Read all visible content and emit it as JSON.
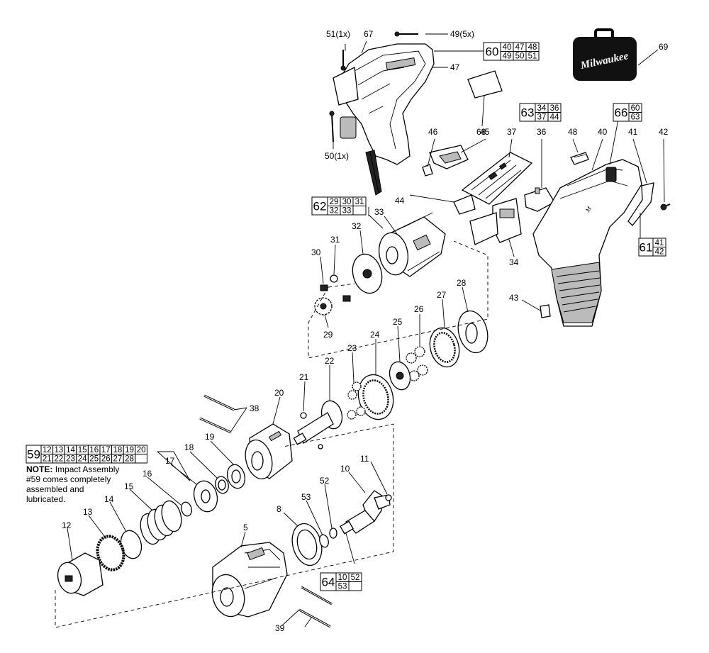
{
  "brand": {
    "logo_text": "Milwaukee"
  },
  "note": {
    "heading": "NOTE:",
    "line1": "Impact Assembly",
    "line2": "#59 comes completely",
    "line3": "assembled and",
    "line4": "lubricated."
  },
  "part_labels": [
    "5",
    "8",
    "10",
    "11",
    "12",
    "13",
    "14",
    "15",
    "16",
    "17",
    "18",
    "19",
    "20",
    "21",
    "22",
    "23",
    "24",
    "25",
    "26",
    "27",
    "28",
    "29",
    "30",
    "31",
    "32",
    "33",
    "34",
    "36",
    "37",
    "38",
    "39",
    "40",
    "41",
    "42",
    "43",
    "44",
    "45",
    "46",
    "47",
    "48",
    "50(1x)",
    "51(1x)",
    "49(5x)",
    "52",
    "53",
    "67",
    "68",
    "69"
  ],
  "kits": [
    {
      "id": "59",
      "parts": [
        "12",
        "13",
        "14",
        "15",
        "16",
        "17",
        "18",
        "19",
        "20",
        "21",
        "22",
        "23",
        "24",
        "25",
        "26",
        "27",
        "28"
      ]
    },
    {
      "id": "60",
      "parts": [
        "40",
        "47",
        "48",
        "49",
        "50",
        "51"
      ]
    },
    {
      "id": "61",
      "parts": [
        "41",
        "42"
      ]
    },
    {
      "id": "62",
      "parts": [
        "29",
        "30",
        "31",
        "32",
        "33"
      ]
    },
    {
      "id": "63",
      "parts": [
        "34",
        "36",
        "37",
        "44"
      ]
    },
    {
      "id": "64",
      "parts": [
        "10",
        "52",
        "53"
      ]
    },
    {
      "id": "66",
      "parts": [
        "60",
        "63"
      ]
    }
  ]
}
